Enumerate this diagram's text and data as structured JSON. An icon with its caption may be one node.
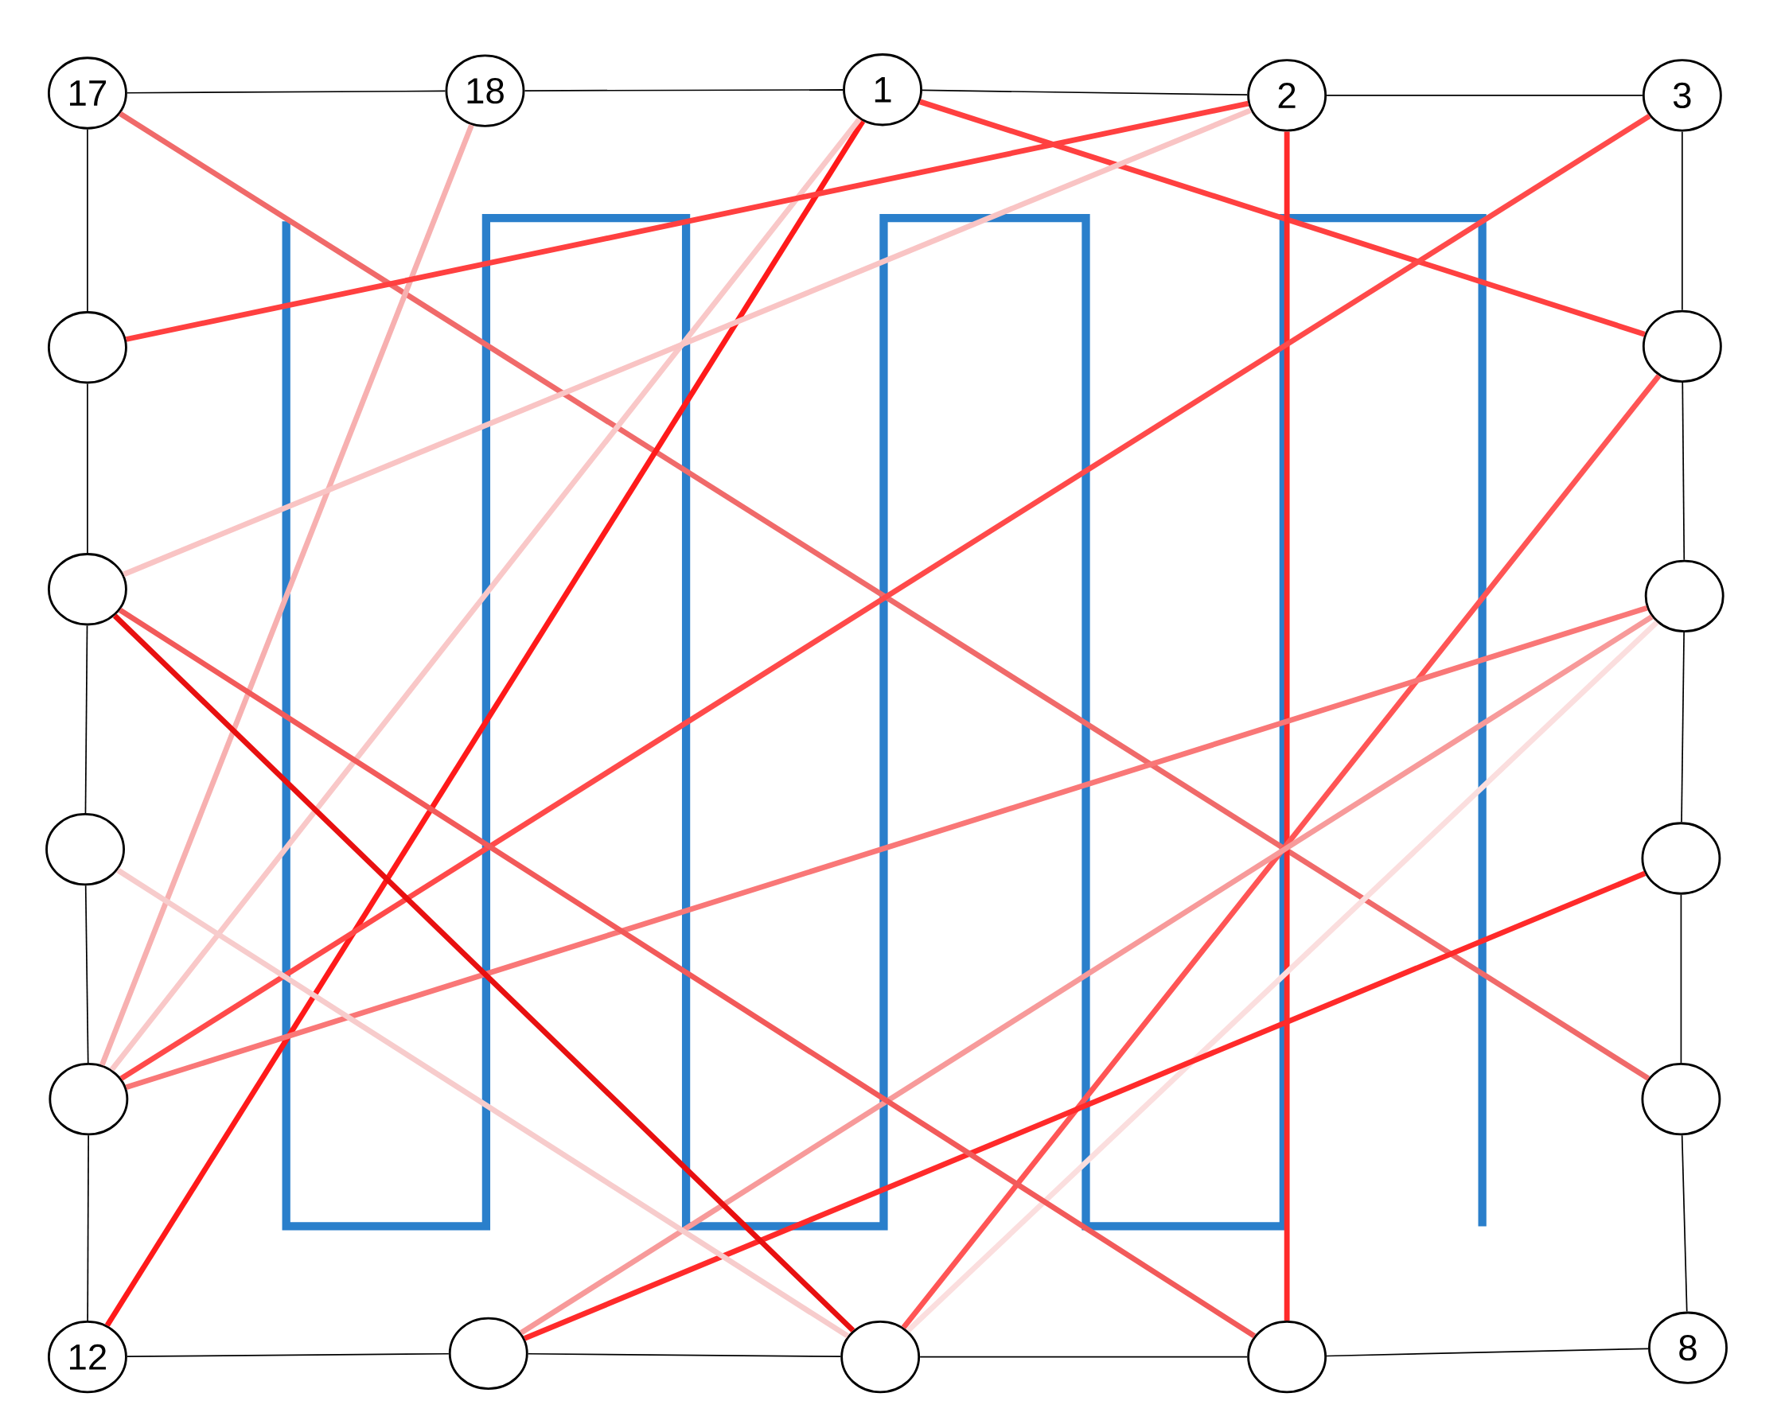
{
  "diagram": {
    "nodes": [
      {
        "text": [
          "17"
        ]
      },
      {
        "text": [
          "18"
        ]
      },
      {
        "text": [
          "1"
        ]
      },
      {
        "text": [
          "2"
        ]
      },
      {
        "text": [
          "3"
        ]
      },
      {
        "text": [],
        "shape": "circle"
      },
      {
        "text": [],
        "shape": "circle"
      },
      {
        "text": [],
        "shape": "circle"
      },
      {
        "text": [],
        "shape": "circle"
      },
      {
        "text": [],
        "shape": "circle"
      },
      {
        "text": [],
        "shape": "circle"
      },
      {
        "text": [],
        "shape": "circle"
      },
      {
        "text": [],
        "shape": "circle"
      },
      {
        "text": [
          "12"
        ]
      },
      {
        "text": [],
        "shape": "circle"
      },
      {
        "text": [],
        "shape": "circle"
      },
      {
        "text": [],
        "shape": "circle"
      },
      {
        "text": [
          "8"
        ]
      }
    ],
    "edges": [
      {
        "from": 0,
        "to": 1,
        "arrow": "none"
      },
      {
        "from": 1,
        "to": 2,
        "arrow": "none"
      },
      {
        "from": 2,
        "to": 3,
        "arrow": "none"
      },
      {
        "from": 3,
        "to": 4,
        "arrow": "none"
      },
      {
        "from": 0,
        "to": 5,
        "arrow": "none"
      },
      {
        "from": 5,
        "to": 7,
        "arrow": "none"
      },
      {
        "from": 7,
        "to": 9,
        "arrow": "none"
      },
      {
        "from": 9,
        "to": 11,
        "arrow": "none"
      },
      {
        "from": 11,
        "to": 13,
        "arrow": "none"
      },
      {
        "from": 4,
        "to": 6,
        "arrow": "none"
      },
      {
        "from": 6,
        "to": 8,
        "arrow": "none"
      },
      {
        "from": 8,
        "to": 10,
        "arrow": "none"
      },
      {
        "from": 10,
        "to": 12,
        "arrow": "none"
      },
      {
        "from": 12,
        "to": 17,
        "arrow": "none"
      },
      {
        "from": 13,
        "to": 14,
        "arrow": "none"
      },
      {
        "from": 14,
        "to": 15,
        "arrow": "none"
      },
      {
        "from": 15,
        "to": 16,
        "arrow": "none"
      },
      {
        "from": 16,
        "to": 17,
        "arrow": "none"
      },
      {
        "from": 0,
        "to": 12,
        "arrow": "none",
        "style": "thick",
        "color": "#f06a6a"
      },
      {
        "from": 1,
        "to": 11,
        "arrow": "none",
        "style": "thick",
        "color": "#f7b0b0"
      },
      {
        "from": 2,
        "to": 13,
        "arrow": "none",
        "style": "thick",
        "color": "#ff1a1a"
      },
      {
        "from": 2,
        "to": 11,
        "arrow": "none",
        "style": "thick",
        "color": "#f9c8c8"
      },
      {
        "from": 2,
        "to": 6,
        "arrow": "none",
        "style": "thick",
        "color": "#ff4040"
      },
      {
        "from": 3,
        "to": 5,
        "arrow": "none",
        "style": "thick",
        "color": "#ff4040"
      },
      {
        "from": 3,
        "to": 7,
        "arrow": "none",
        "style": "thick",
        "color": "#f9c4c4"
      },
      {
        "from": 3,
        "to": 16,
        "arrow": "none",
        "style": "thick",
        "color": "#ff2a2a"
      },
      {
        "from": 4,
        "to": 11,
        "arrow": "none",
        "style": "thick",
        "color": "#ff4a4a"
      },
      {
        "from": 6,
        "to": 15,
        "arrow": "none",
        "style": "thick",
        "color": "#ff5555"
      },
      {
        "from": 8,
        "to": 11,
        "arrow": "none",
        "style": "thick",
        "color": "#f97777"
      },
      {
        "from": 8,
        "to": 14,
        "arrow": "none",
        "style": "thick",
        "color": "#f79a9a"
      },
      {
        "from": 8,
        "to": 15,
        "arrow": "none",
        "style": "thick",
        "color": "#fbdede"
      },
      {
        "from": 10,
        "to": 14,
        "arrow": "none",
        "style": "thick",
        "color": "#ff2a2a"
      },
      {
        "from": 7,
        "to": 15,
        "arrow": "none",
        "style": "thick",
        "color": "#e81010"
      },
      {
        "from": 7,
        "to": 16,
        "arrow": "none",
        "style": "thick",
        "color": "#f25a5a"
      },
      {
        "from": 9,
        "to": 15,
        "arrow": "none",
        "style": "thick",
        "color": "#f7cccc"
      }
    ]
  }
}
